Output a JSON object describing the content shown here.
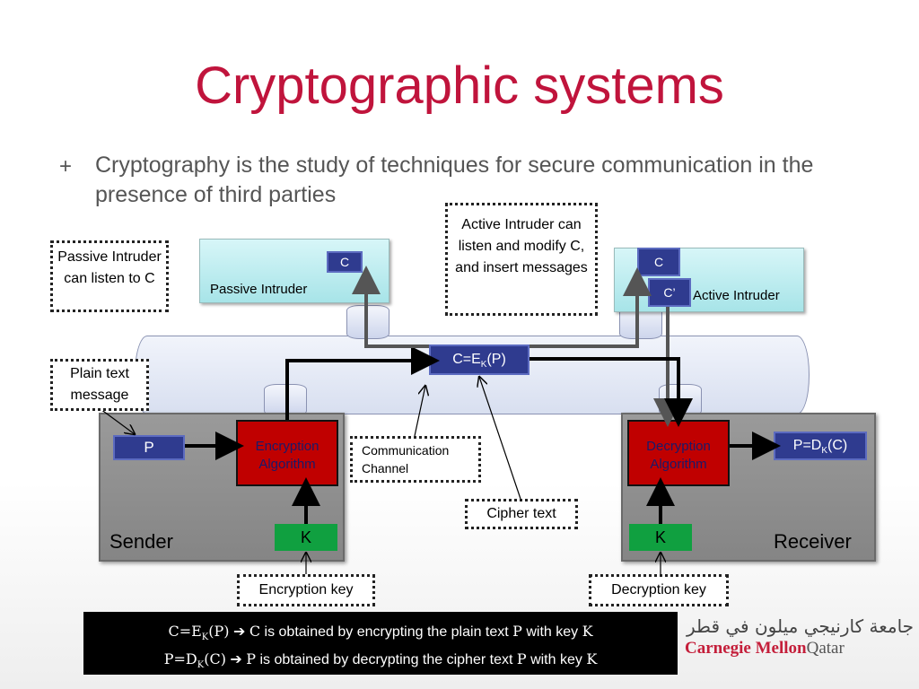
{
  "title": "Cryptographic systems",
  "bullet": {
    "marker": "+",
    "text": "Cryptography is the study of techniques for secure communication in the presence of third parties"
  },
  "callouts": {
    "passive": "Passive Intruder can listen to C",
    "active": "Active Intruder can listen and modify C, and insert messages",
    "plain_text": "Plain text message",
    "channel": "Communication Channel",
    "cipher_text": "Cipher text",
    "enc_key": "Encryption key",
    "dec_key": "Decryption key"
  },
  "passive_intruder": {
    "label": "Passive Intruder",
    "c": "C"
  },
  "active_intruder": {
    "label": "Active Intruder",
    "c": "C",
    "c_prime": "C’"
  },
  "channel_value": {
    "main": "C=E",
    "sub": "K",
    "rest": "(P)"
  },
  "sender": {
    "label": "Sender",
    "p": "P",
    "algo": "Encryption Algorithm",
    "key": "K"
  },
  "receiver": {
    "label": "Receiver",
    "algo": "Decryption Algorithm",
    "key": "K",
    "out_main": "P=D",
    "out_sub": "K",
    "out_rest": "(C)"
  },
  "legend": {
    "line1": {
      "lhs_main": "C=E",
      "lhs_sub": "K",
      "lhs_rest": "(P)",
      "arrow": "➔",
      "var": "C",
      "text1": " is obtained by encrypting the plain text ",
      "var2": "P",
      "text2": " with key ",
      "var3": "K"
    },
    "line2": {
      "lhs_main": "P=D",
      "lhs_sub": "K",
      "lhs_rest": "(C)",
      "arrow": "➔",
      "var": "P",
      "text1": " is obtained by decrypting the cipher text ",
      "var2": "P",
      "text2": " with key ",
      "var3": "K"
    }
  },
  "logo": {
    "arabic": "جامعة كارنيجي ميلون في قطر",
    "name_main": "Carnegie Mellon",
    "name_sub": "Qatar"
  },
  "colors": {
    "title": "#c0143c",
    "algo": "#c00000",
    "key": "#10a040",
    "navy": "#2f3b8f",
    "intruder": "#a7e4e8"
  }
}
